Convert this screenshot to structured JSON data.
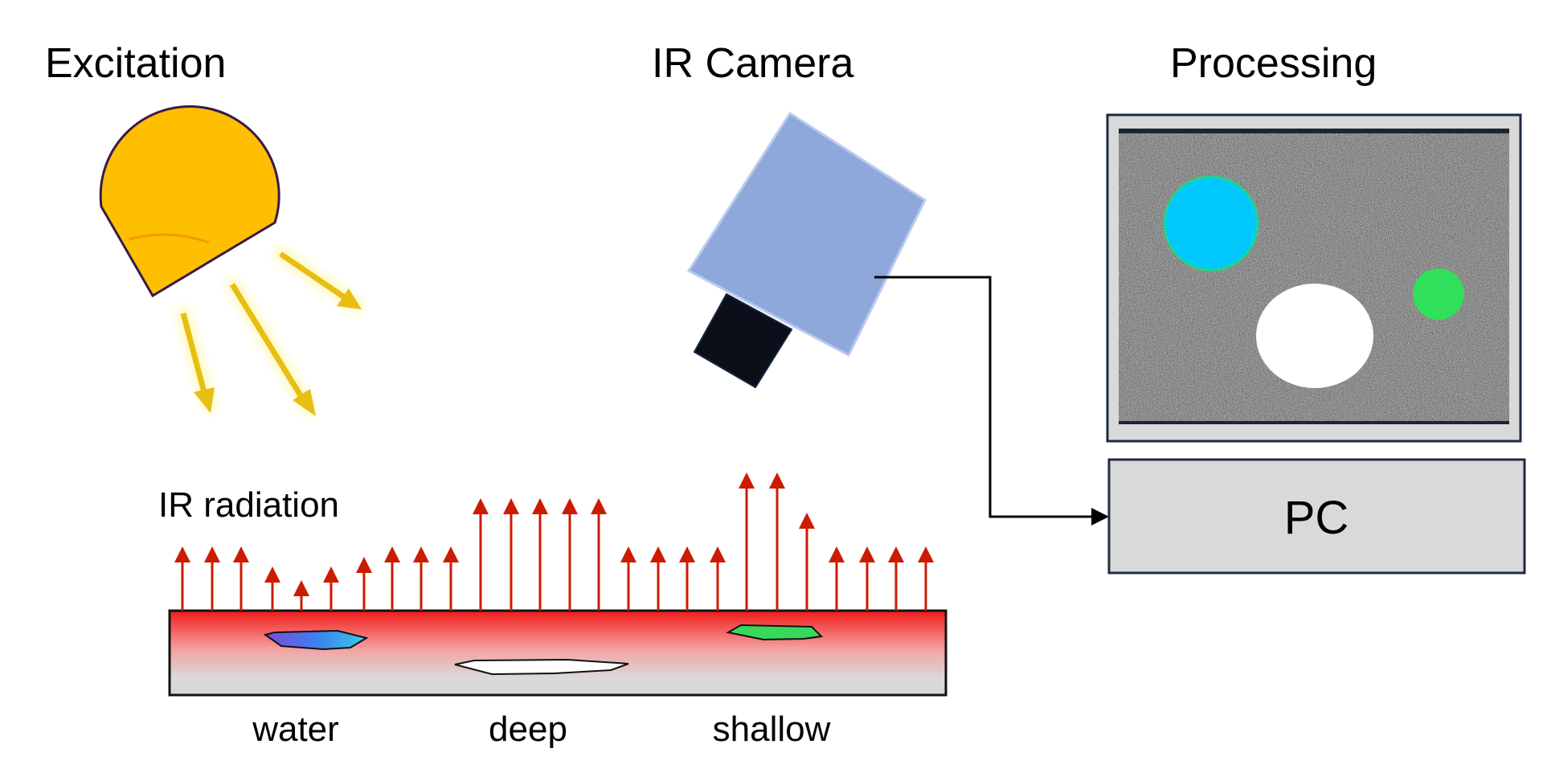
{
  "titles": {
    "excitation": "Excitation",
    "ir_camera": "IR Camera",
    "processing": "Processing"
  },
  "labels": {
    "ir_radiation": "IR radiation",
    "water": "water",
    "deep": "deep",
    "shallow": "shallow",
    "pc": "PC"
  },
  "colors": {
    "lamp": "#FDBF00",
    "light_ray": "#E8BE12",
    "ir_arrow": "#CC1B00",
    "camera_body": "#8FA8DB",
    "camera_lens": "#0B0F1A",
    "pc_box": "#D9D9D9",
    "screen_frame": "#D9D9D9",
    "defect_water": "#3A8CF0",
    "defect_shallow": "#38D95A",
    "defect_deep": "#FFFFFF",
    "spot_cyan": "#00C8FF",
    "spot_green": "#31E05A",
    "spot_white": "#FFFFFF"
  },
  "icons": {
    "lamp": "lamp-icon",
    "camera": "ir-camera-icon",
    "monitor": "monitor-icon"
  }
}
